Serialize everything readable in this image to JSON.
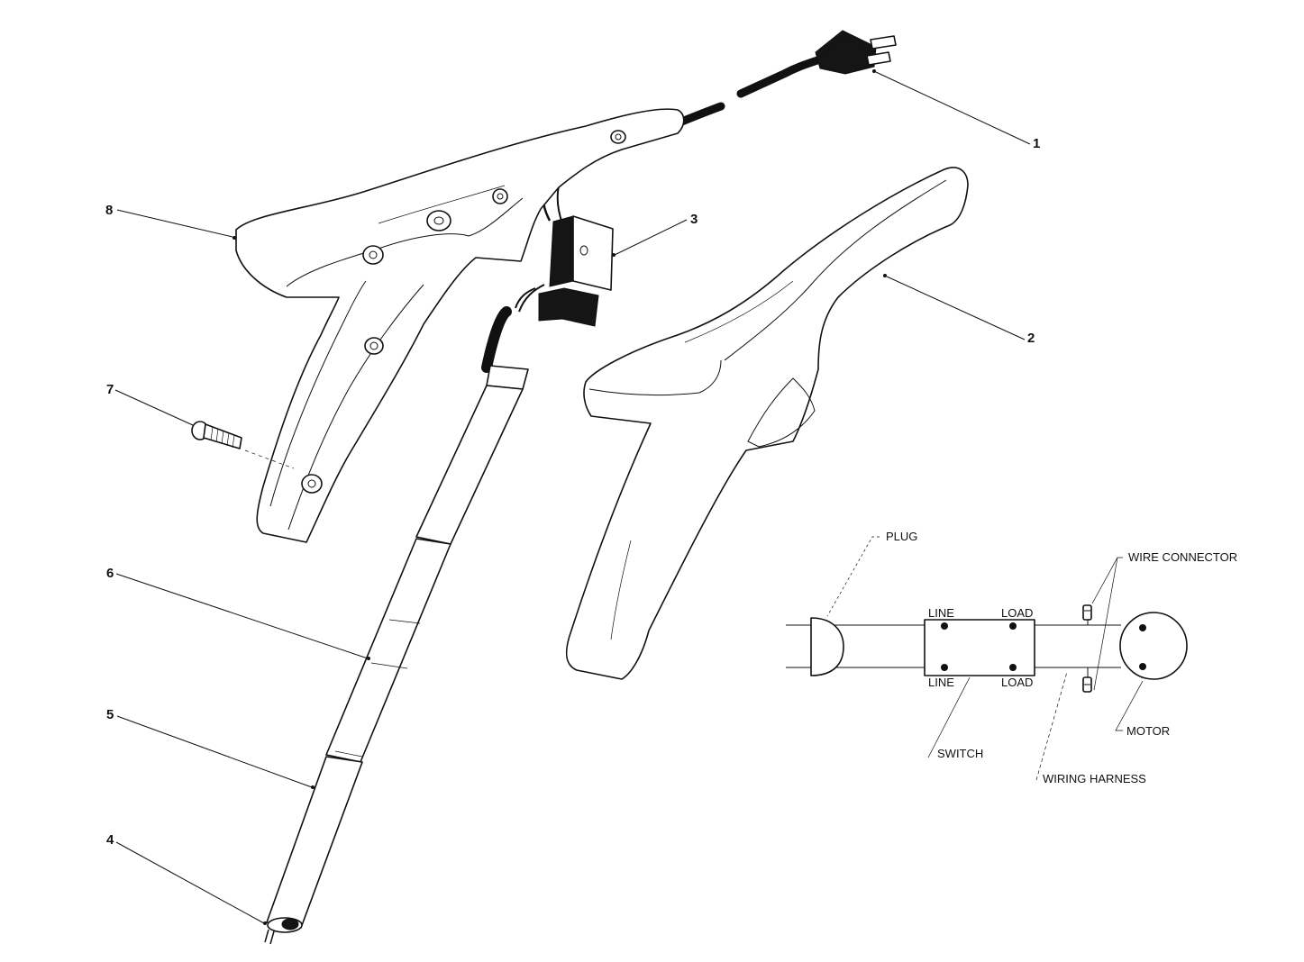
{
  "callouts": {
    "c1": "1",
    "c2": "2",
    "c3": "3",
    "c4": "4",
    "c5": "5",
    "c6": "6",
    "c7": "7",
    "c8": "8"
  },
  "schematic": {
    "plug": "PLUG",
    "wire_connector": "WIRE CONNECTOR",
    "line_top": "LINE",
    "load_top": "LOAD",
    "line_bottom": "LINE",
    "load_bottom": "LOAD",
    "switch": "SWITCH",
    "wiring_harness": "WIRING HARNESS",
    "motor": "MOTOR"
  }
}
